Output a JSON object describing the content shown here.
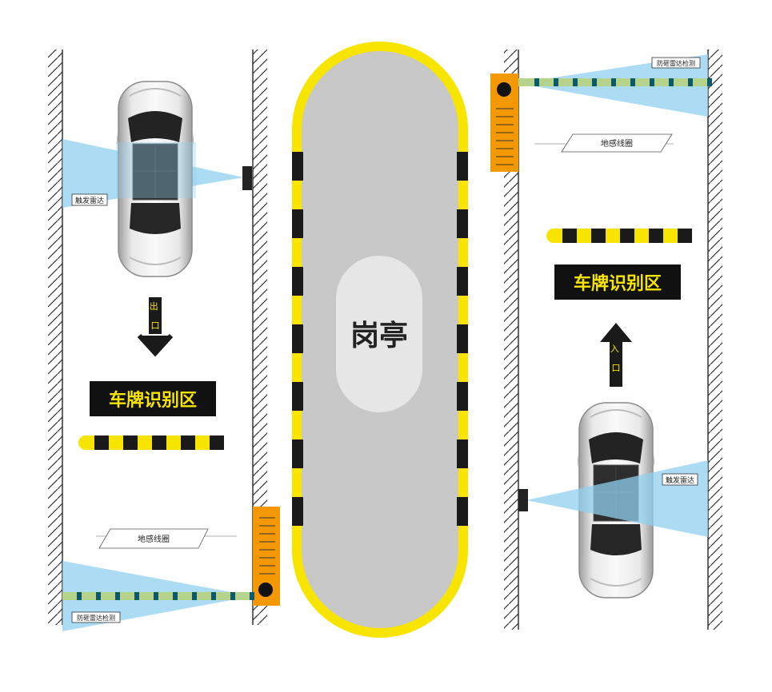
{
  "booth": {
    "label": "岗亭"
  },
  "exit_lane": {
    "direction_label": "出口",
    "plate_zone_label": "车牌识别区",
    "trigger_radar_label": "触发雷达",
    "loop_label": "地感线圈",
    "anti_smash_label": "防砸雷达检测"
  },
  "entry_lane": {
    "direction_label": "入口",
    "plate_zone_label": "车牌识别区",
    "trigger_radar_label": "触发雷达",
    "loop_label": "地感线圈",
    "anti_smash_label": "防砸雷达检测"
  },
  "colors": {
    "yellow": "#f7e500",
    "black": "#1a1a1a",
    "orange": "#f39800",
    "radar_blue": "#8fd0ef",
    "booth_gray": "#c8c8c8",
    "loop_green": "#b5d38a"
  }
}
